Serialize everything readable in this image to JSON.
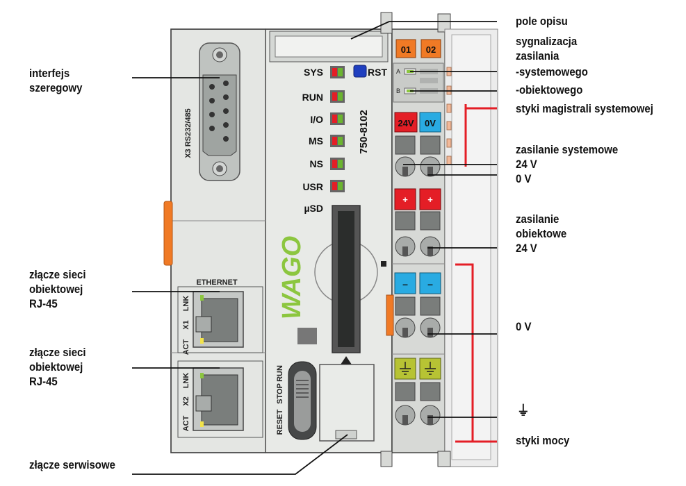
{
  "device": {
    "model": "750-8102",
    "brand": "WAGO",
    "serial_port_label": "X3 RS232/485",
    "ethernet_label": "ETHERNET",
    "x1_labels": [
      "ACT",
      "X1",
      "LNK"
    ],
    "x2_labels": [
      "ACT",
      "X2",
      "LNK"
    ],
    "switch_labels": [
      "RESET",
      "STOP",
      "RUN"
    ],
    "rst_label": "RST",
    "usd_label": "µSD",
    "leds": [
      "SYS",
      "RUN",
      "I/O",
      "MS",
      "NS",
      "USR"
    ],
    "module_leds": [
      "01",
      "02"
    ],
    "ab_labels": [
      "A",
      "B"
    ],
    "voltage_tags": {
      "v24": "24V",
      "v0": "0V",
      "plus": "+",
      "minus": "–"
    }
  },
  "labels_left": {
    "serial": "interfejs\nszeregowy",
    "rj45_1": "złącze sieci\nobiektowej\nRJ-45",
    "rj45_2": "złącze sieci\nobiektowej\nRJ-45",
    "service": "złącze serwisowe"
  },
  "labels_right": {
    "pole_opisu": "pole opisu",
    "sygnalizacja": "sygnalizacja\nzasilania",
    "systemowego": "-systemowego",
    "obiektowego": "-obiektowego",
    "styki_magistrali": "styki magistrali systemowej",
    "zasilanie_systemowe": "zasilanie systemowe\n24 V\n0 V",
    "zasilanie_obiektowe": "zasilanie\nobiektowe\n24 V",
    "zero_v": "0 V",
    "ground_symbol": "⏚",
    "styki_mocy": "styki mocy"
  },
  "colors": {
    "housing": "#e4e6e3",
    "housing_dark": "#c9cbc8",
    "orange": "#f07a25",
    "red": "#e41e26",
    "blue": "#29abe2",
    "green_yellow": "#b7c334",
    "wago_green": "#8cc63f"
  }
}
